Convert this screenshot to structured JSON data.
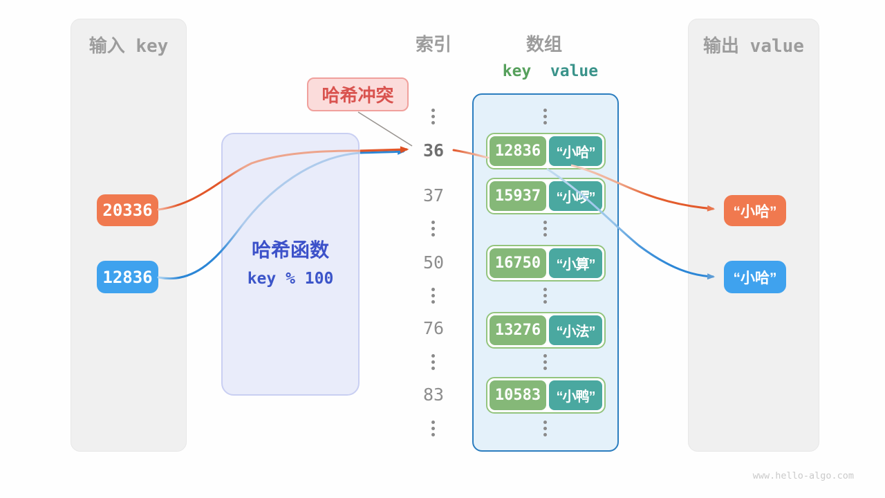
{
  "watermark": "www.hello-algo.com",
  "colors": {
    "input_orange": "#F0794F",
    "input_blue": "#3FA2EE",
    "arrow_orange": "#E2572A",
    "arrow_blue": "#2B86D6",
    "key_green": "#85B878",
    "value_teal": "#4AA8A0",
    "array_border_blue": "#2B7DBF",
    "hash_box_text": "#3C51C9",
    "collision_red": "#D9534F"
  },
  "input_panel": {
    "title": "输入 key",
    "items": [
      {
        "label": "20336"
      },
      {
        "label": "12836"
      }
    ]
  },
  "hash_box": {
    "name": "哈希函数",
    "formula": "key % 100"
  },
  "collision_label": {
    "text": "哈希冲突"
  },
  "index_column": {
    "title": "索引",
    "values": [
      "36",
      "37",
      "50",
      "76",
      "83"
    ]
  },
  "array_panel": {
    "title": "数组",
    "key_header": "key",
    "value_header": "value",
    "pairs": [
      {
        "key": "12836",
        "value": "“小哈”"
      },
      {
        "key": "15937",
        "value": "“小啰”"
      },
      {
        "key": "16750",
        "value": "“小算”"
      },
      {
        "key": "13276",
        "value": "“小法”"
      },
      {
        "key": "10583",
        "value": "“小鸭”"
      }
    ]
  },
  "output_panel": {
    "title": "输出 value",
    "items": [
      {
        "label": "“小哈”"
      },
      {
        "label": "“小哈”"
      }
    ]
  }
}
